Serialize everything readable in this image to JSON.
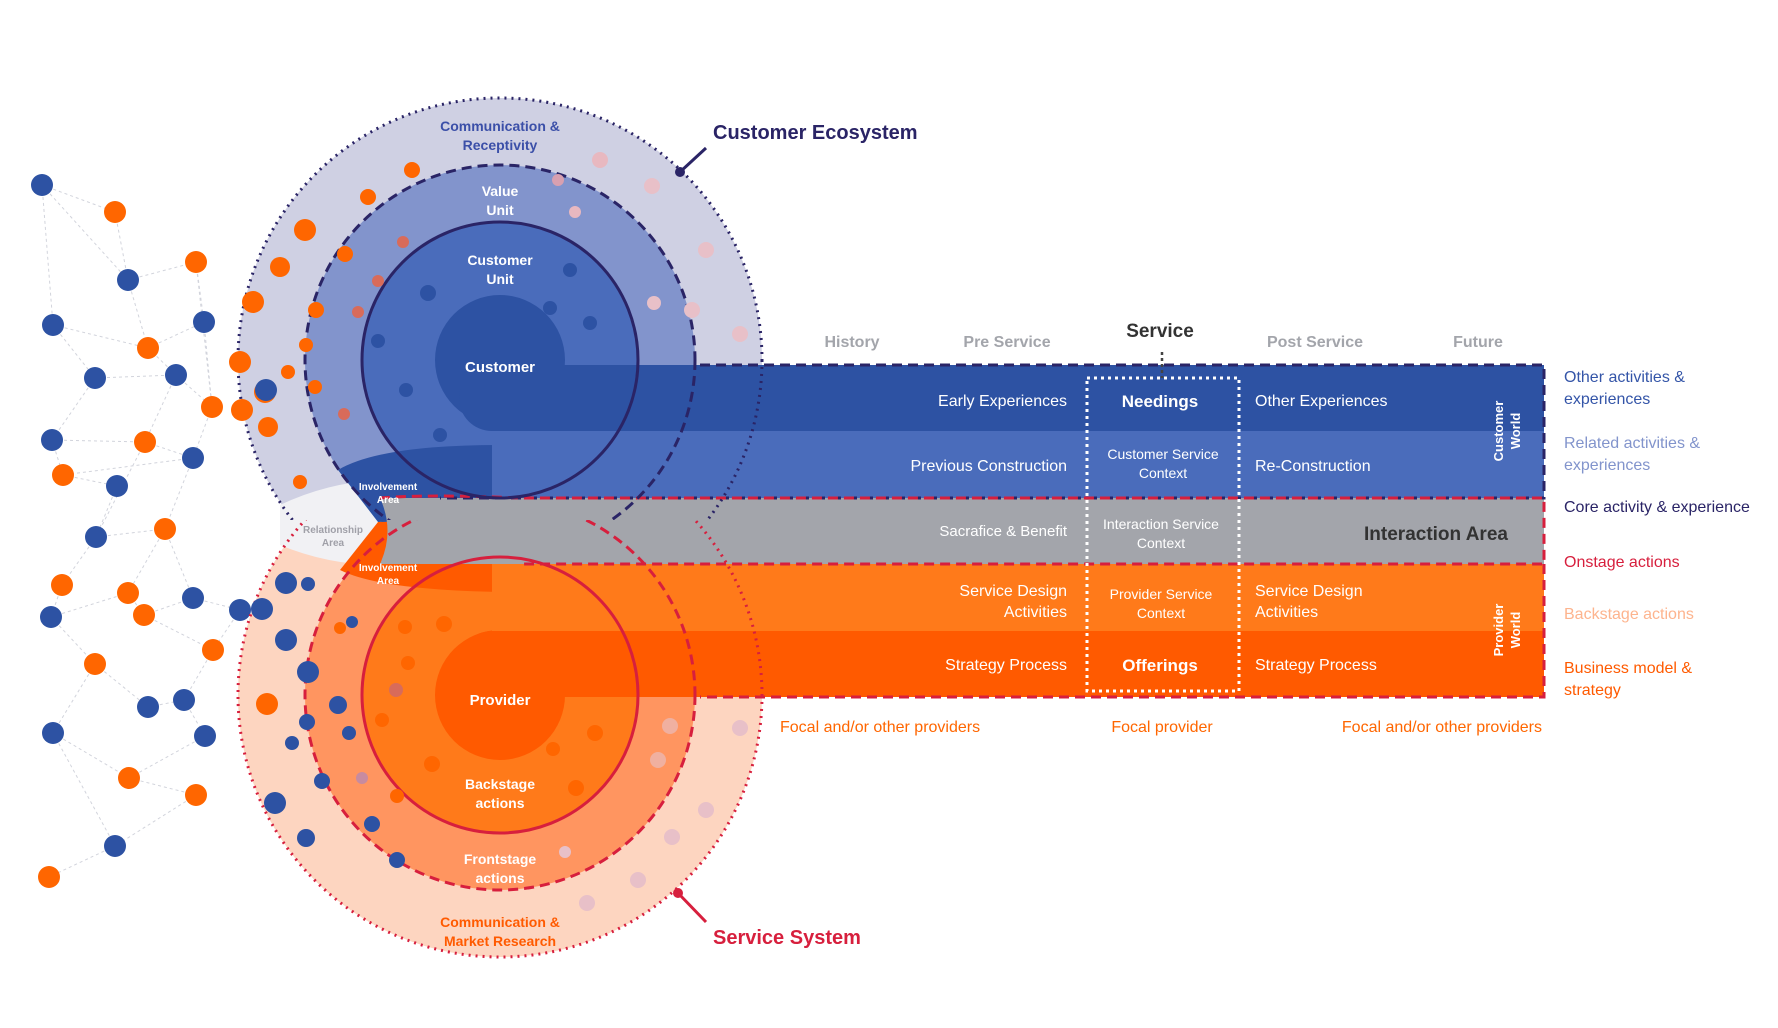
{
  "ecosystem": {
    "title": "Customer Ecosystem",
    "comm_line1": "Communication &",
    "comm_line2": "Receptivity",
    "value_line1": "Value",
    "value_line2": "Unit",
    "unit_line1": "Customer",
    "unit_line2": "Unit",
    "customer": "Customer",
    "involvement_line1": "Involvement",
    "involvement_line2": "Area"
  },
  "relationship": {
    "line1": "Relationship",
    "line2": "Area"
  },
  "system": {
    "title": "Service System",
    "comm_line1": "Communication &",
    "comm_line2": "Market Research",
    "frontstage_line1": "Frontstage",
    "frontstage_line2": "actions",
    "backstage_line1": "Backstage",
    "backstage_line2": "actions",
    "provider": "Provider",
    "involvement_line1": "Involvement",
    "involvement_line2": "Area"
  },
  "timeline": {
    "history": "History",
    "pre_service": "Pre Service",
    "service": "Service",
    "post_service": "Post Service",
    "future": "Future"
  },
  "rows": {
    "early": "Early Experiences",
    "needings": "Needings",
    "other": "Other Experiences",
    "previous": "Previous Construction",
    "csc_line1": "Customer Service",
    "csc_line2": "Context",
    "recon": "Re-Construction",
    "sacrifice": "Sacrafice & Benefit",
    "isc_line1": "Interaction Service",
    "isc_line2": "Context",
    "interaction_area": "Interaction Area",
    "sda_left_line1": "Service Design",
    "sda_left_line2": "Activities",
    "psc_line1": "Provider Service",
    "psc_line2": "Context",
    "sda_right_line1": "Service Design",
    "sda_right_line2": "Activities",
    "strategy_left": "Strategy Process",
    "offerings": "Offerings",
    "strategy_right": "Strategy Process",
    "customer_world_line1": "Customer",
    "customer_world_line2": "World",
    "provider_world_line1": "Provider",
    "provider_world_line2": "World"
  },
  "bottom": {
    "left": "Focal and/or other providers",
    "center": "Focal provider",
    "right": "Focal and/or other providers"
  },
  "legend": {
    "other_line1": "Other activities &",
    "other_line2": "experiences",
    "related_line1": "Related activities &",
    "related_line2": "experiences",
    "core": "Core activity & experience",
    "onstage": "Onstage actions",
    "backstage": "Backstage actions",
    "business_line1": "Business model &",
    "business_line2": "strategy"
  },
  "colors": {
    "navy": "#2a2466",
    "blue_dark": "#2d52a3",
    "blue_mid": "#4a6cbb",
    "blue_light": "#8294cc",
    "gray": "#a3a5ab",
    "orange": "#ff6600",
    "orange_mid": "#ff7a1a",
    "orange_light": "#fdb48e",
    "red": "#d71f3d"
  }
}
